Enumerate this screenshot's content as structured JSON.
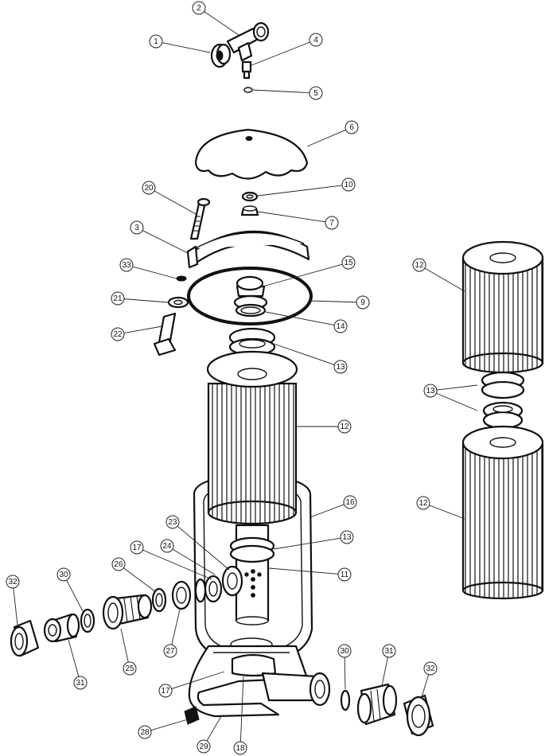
{
  "diagram": {
    "type": "exploded-parts-diagram",
    "callouts": [
      {
        "id": "c1",
        "label": "1"
      },
      {
        "id": "c2",
        "label": "2"
      },
      {
        "id": "c4",
        "label": "4"
      },
      {
        "id": "c5",
        "label": "5"
      },
      {
        "id": "c6",
        "label": "6"
      },
      {
        "id": "c10",
        "label": "10"
      },
      {
        "id": "c20",
        "label": "20"
      },
      {
        "id": "c7",
        "label": "7"
      },
      {
        "id": "c3",
        "label": "3"
      },
      {
        "id": "c33",
        "label": "33"
      },
      {
        "id": "c15",
        "label": "15"
      },
      {
        "id": "c21",
        "label": "21"
      },
      {
        "id": "c9",
        "label": "9"
      },
      {
        "id": "c22",
        "label": "22"
      },
      {
        "id": "c14",
        "label": "14"
      },
      {
        "id": "c13a",
        "label": "13"
      },
      {
        "id": "c12a",
        "label": "12"
      },
      {
        "id": "c16",
        "label": "16"
      },
      {
        "id": "c23",
        "label": "23"
      },
      {
        "id": "c13b",
        "label": "13"
      },
      {
        "id": "c17a",
        "label": "17"
      },
      {
        "id": "c24",
        "label": "24"
      },
      {
        "id": "c11",
        "label": "11"
      },
      {
        "id": "c26",
        "label": "26"
      },
      {
        "id": "c30a",
        "label": "30"
      },
      {
        "id": "c32a",
        "label": "32"
      },
      {
        "id": "c27",
        "label": "27"
      },
      {
        "id": "c25",
        "label": "25"
      },
      {
        "id": "c31a",
        "label": "31"
      },
      {
        "id": "c30b",
        "label": "30"
      },
      {
        "id": "c31b",
        "label": "31"
      },
      {
        "id": "c32b",
        "label": "32"
      },
      {
        "id": "c17b",
        "label": "17"
      },
      {
        "id": "c28",
        "label": "28"
      },
      {
        "id": "c29",
        "label": "29"
      },
      {
        "id": "c18",
        "label": "18"
      },
      {
        "id": "c12b",
        "label": "12"
      },
      {
        "id": "c13c",
        "label": "13"
      },
      {
        "id": "c12c",
        "label": "12"
      }
    ]
  }
}
